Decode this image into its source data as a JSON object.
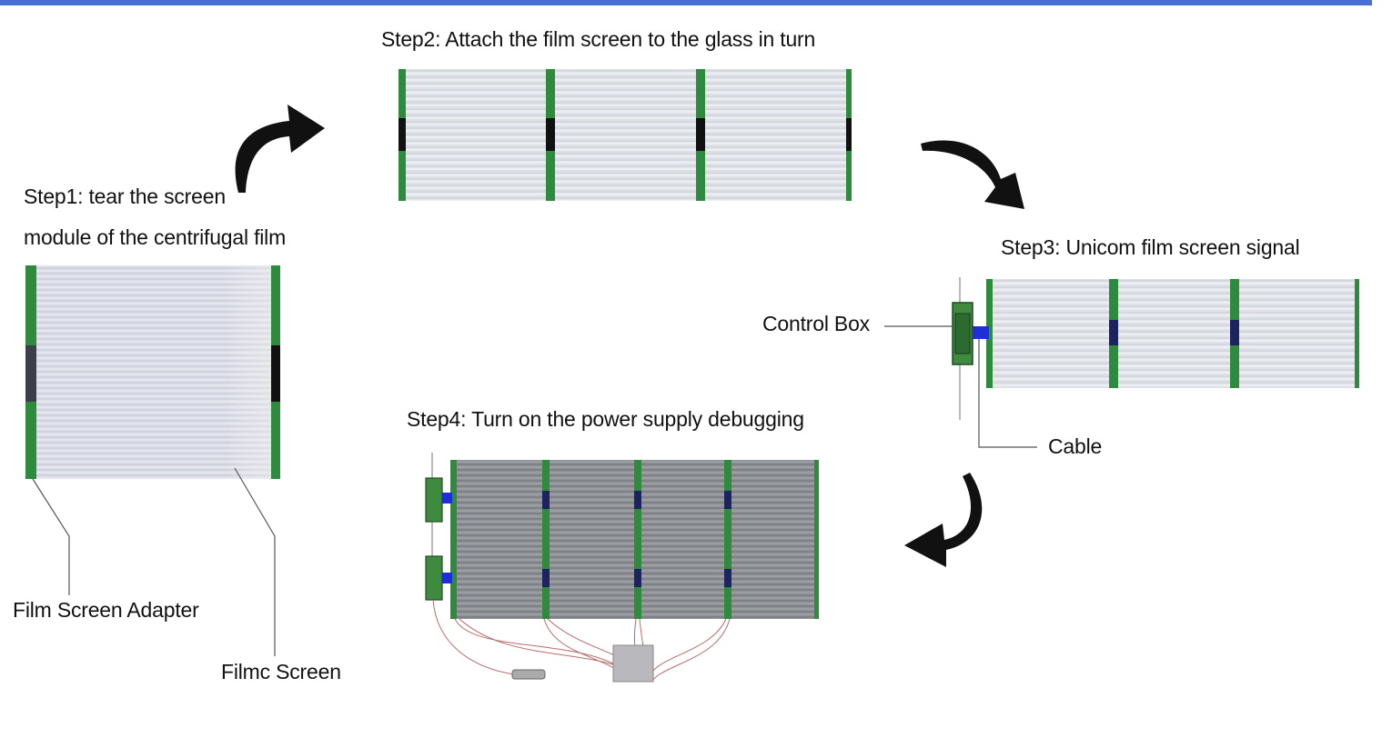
{
  "steps": {
    "step1_line1": "Step1: tear the screen",
    "step1_line2": "module of the centrifugal film",
    "step2": "Step2: Attach the film screen to the glass in turn",
    "step3": "Step3: Unicom film screen signal",
    "step4": "Step4: Turn on the power supply debugging"
  },
  "callouts": {
    "film_screen_adapter": "Film Screen Adapter",
    "filmc_screen": "Filmc Screen",
    "control_box": "Control Box",
    "cable": "Cable"
  },
  "colors": {
    "banner": "#4a6fd4",
    "adapter_green": "#2e8a3c",
    "cable_blue": "#1f2fd6",
    "film_light": "#dfe4ea",
    "film_dark": "#8d9194",
    "arrow": "#111111"
  },
  "icons": [
    "curved-arrow-icon"
  ]
}
